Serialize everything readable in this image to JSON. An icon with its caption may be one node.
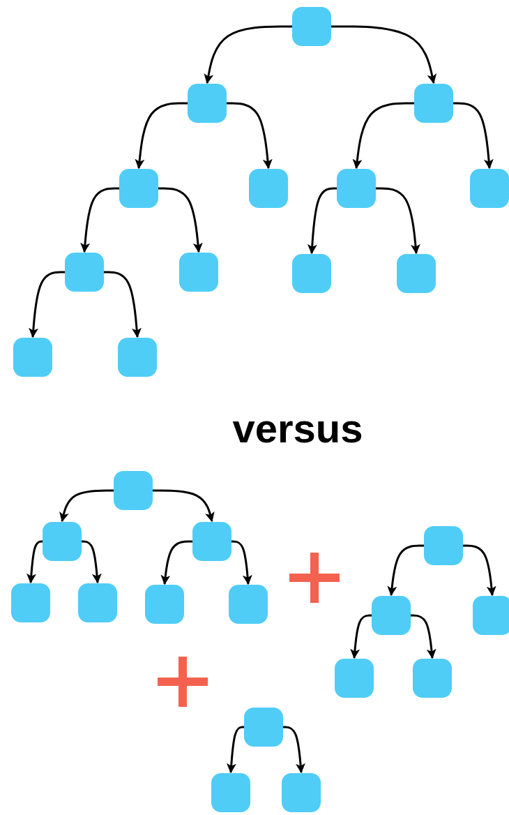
{
  "diagram": {
    "nodes": [
      {
        "text": [],
        "shape": "box"
      },
      {
        "text": [],
        "shape": "box"
      },
      {
        "text": [],
        "shape": "box"
      },
      {
        "text": [],
        "shape": "box"
      },
      {
        "text": [],
        "shape": "box"
      },
      {
        "text": [],
        "shape": "box"
      },
      {
        "text": [],
        "shape": "box"
      },
      {
        "text": [],
        "shape": "box"
      },
      {
        "text": [],
        "shape": "box"
      },
      {
        "text": [],
        "shape": "box"
      },
      {
        "text": [],
        "shape": "box"
      },
      {
        "text": [],
        "shape": "box"
      },
      {
        "text": [],
        "shape": "box"
      },
      {
        "text": [],
        "shape": "box"
      },
      {
        "text": [],
        "shape": "box"
      },
      {
        "text": [],
        "shape": "box"
      },
      {
        "text": [],
        "shape": "box"
      },
      {
        "text": [],
        "shape": "box"
      },
      {
        "text": [],
        "shape": "box"
      },
      {
        "text": [],
        "shape": "box"
      },
      {
        "text": [],
        "shape": "box"
      },
      {
        "text": [],
        "shape": "box"
      },
      {
        "text": [],
        "shape": "box"
      },
      {
        "text": [],
        "shape": "box"
      },
      {
        "text": [],
        "shape": "box"
      },
      {
        "text": [],
        "shape": "box"
      },
      {
        "text": [],
        "shape": "box"
      },
      {
        "text": [],
        "shape": "box"
      }
    ],
    "edges": [
      {
        "from": 0,
        "to": 1,
        "arrow": "to"
      },
      {
        "from": 0,
        "to": 2,
        "arrow": "to"
      },
      {
        "from": 1,
        "to": 3,
        "arrow": "to"
      },
      {
        "from": 1,
        "to": 4,
        "arrow": "to"
      },
      {
        "from": 2,
        "to": 5,
        "arrow": "to"
      },
      {
        "from": 2,
        "to": 6,
        "arrow": "to"
      },
      {
        "from": 3,
        "to": 7,
        "arrow": "to"
      },
      {
        "from": 3,
        "to": 8,
        "arrow": "to"
      },
      {
        "from": 5,
        "to": 9,
        "arrow": "to"
      },
      {
        "from": 5,
        "to": 10,
        "arrow": "to"
      },
      {
        "from": 7,
        "to": 11,
        "arrow": "to"
      },
      {
        "from": 7,
        "to": 12,
        "arrow": "to"
      },
      {
        "from": 13,
        "to": 14,
        "arrow": "to"
      },
      {
        "from": 13,
        "to": 15,
        "arrow": "to"
      },
      {
        "from": 14,
        "to": 16,
        "arrow": "to"
      },
      {
        "from": 14,
        "to": 17,
        "arrow": "to"
      },
      {
        "from": 15,
        "to": 18,
        "arrow": "to"
      },
      {
        "from": 15,
        "to": 19,
        "arrow": "to"
      },
      {
        "from": 20,
        "to": 21,
        "arrow": "to"
      },
      {
        "from": 20,
        "to": 22,
        "arrow": "to"
      },
      {
        "from": 21,
        "to": 23,
        "arrow": "to"
      },
      {
        "from": 21,
        "to": 24,
        "arrow": "to"
      },
      {
        "from": 25,
        "to": 26,
        "arrow": "to"
      },
      {
        "from": 25,
        "to": 27,
        "arrow": "to"
      }
    ],
    "labels": [
      "versus"
    ]
  }
}
